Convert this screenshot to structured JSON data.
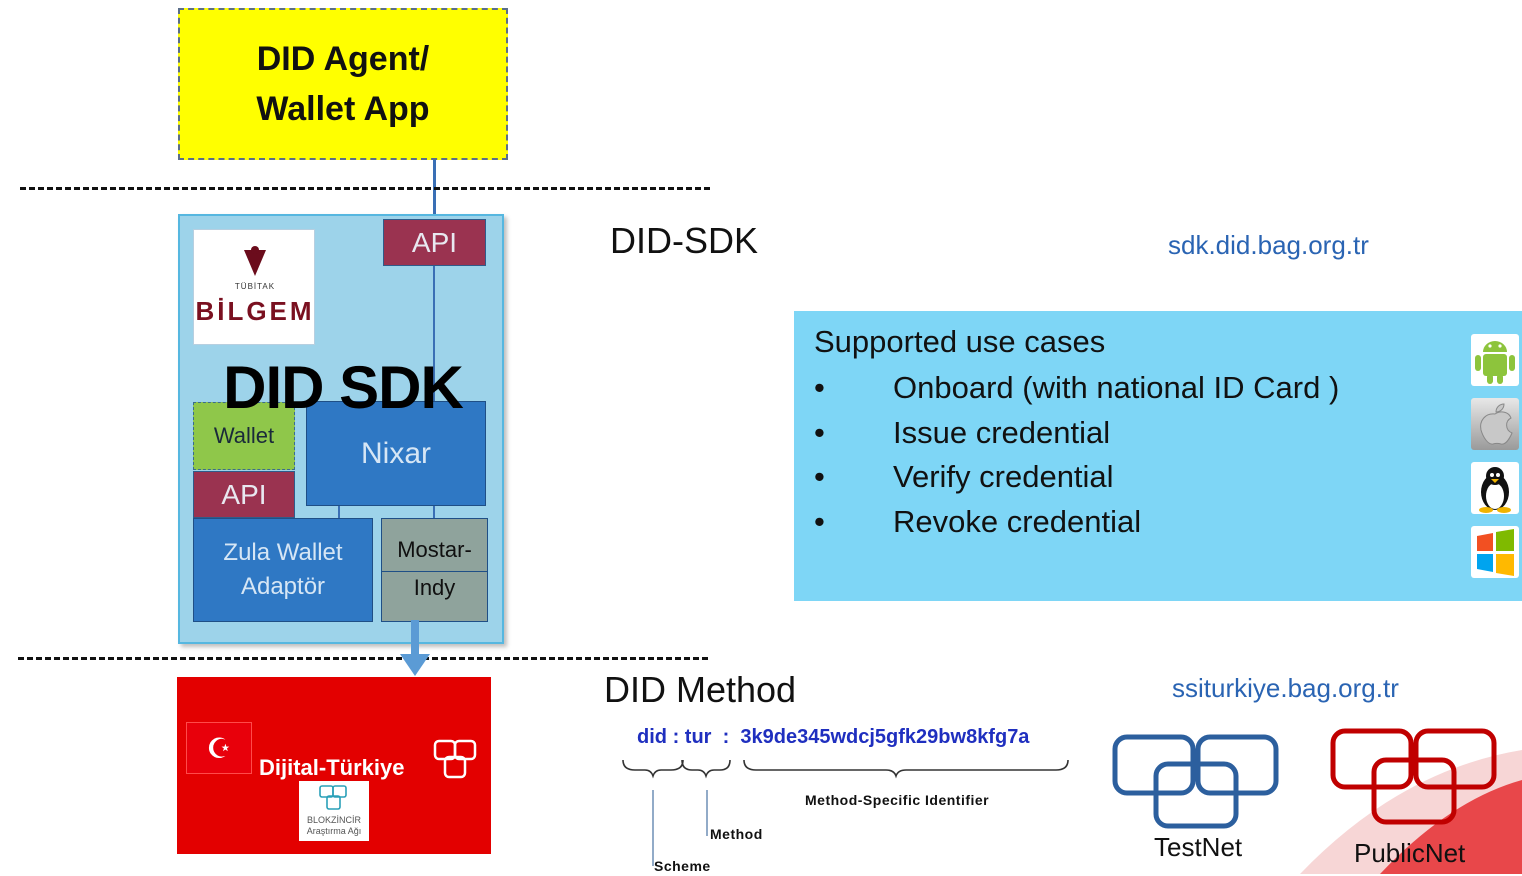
{
  "agent": {
    "line1": "DID Agent/",
    "line2": "Wallet App"
  },
  "sdk": {
    "title": "DID SDK",
    "api_top": "API",
    "api_left": "API",
    "wallet": "Wallet",
    "nixar": "Nixar",
    "zula_line1": "Zula Wallet",
    "zula_line2": "Adaptör",
    "mostar_line1": "Mostar-",
    "mostar_line2": "Indy",
    "logo_small": "TÜBİTAK",
    "logo_big": "BİLGEM"
  },
  "labels": {
    "did_sdk": "DID-SDK",
    "sdk_url": "sdk.did.bag.org.tr",
    "did_method": "DID Method",
    "method_url": "ssiturkiye.bag.org.tr"
  },
  "use_cases": {
    "title": "Supported use cases",
    "bullet_char": "•",
    "items": [
      "Onboard (with national ID Card )",
      "Issue credential",
      "Verify credential",
      "Revoke credential"
    ]
  },
  "os_icons": [
    "android-icon",
    "apple-icon",
    "linux-icon",
    "windows-icon"
  ],
  "dijital": {
    "name": "Dijital-Türkiye",
    "blok_line1": "BLOKZİNCİR",
    "blok_line2": "Araştırma Ağı"
  },
  "did_syntax": {
    "scheme": "did",
    "sep1": ":",
    "method": "tur",
    "sep2": ":",
    "identifier": "3k9de345wdcj5gfk29bw8kfg7a",
    "scheme_label": "Scheme",
    "method_label": "Method",
    "identifier_label": "Method-Specific Identifier"
  },
  "networks": {
    "test": "TestNet",
    "public": "PublicNet"
  },
  "colors": {
    "agent_bg": "#ffff00",
    "sdk_panel": "#9dd3ea",
    "api": "#9a3350",
    "nixar": "#2f78c4",
    "wallet": "#8fc74a",
    "red_box": "#e30000",
    "cases_bg": "#7ed6f6",
    "testnet": "#2c5f9e",
    "publicnet": "#c00000"
  }
}
